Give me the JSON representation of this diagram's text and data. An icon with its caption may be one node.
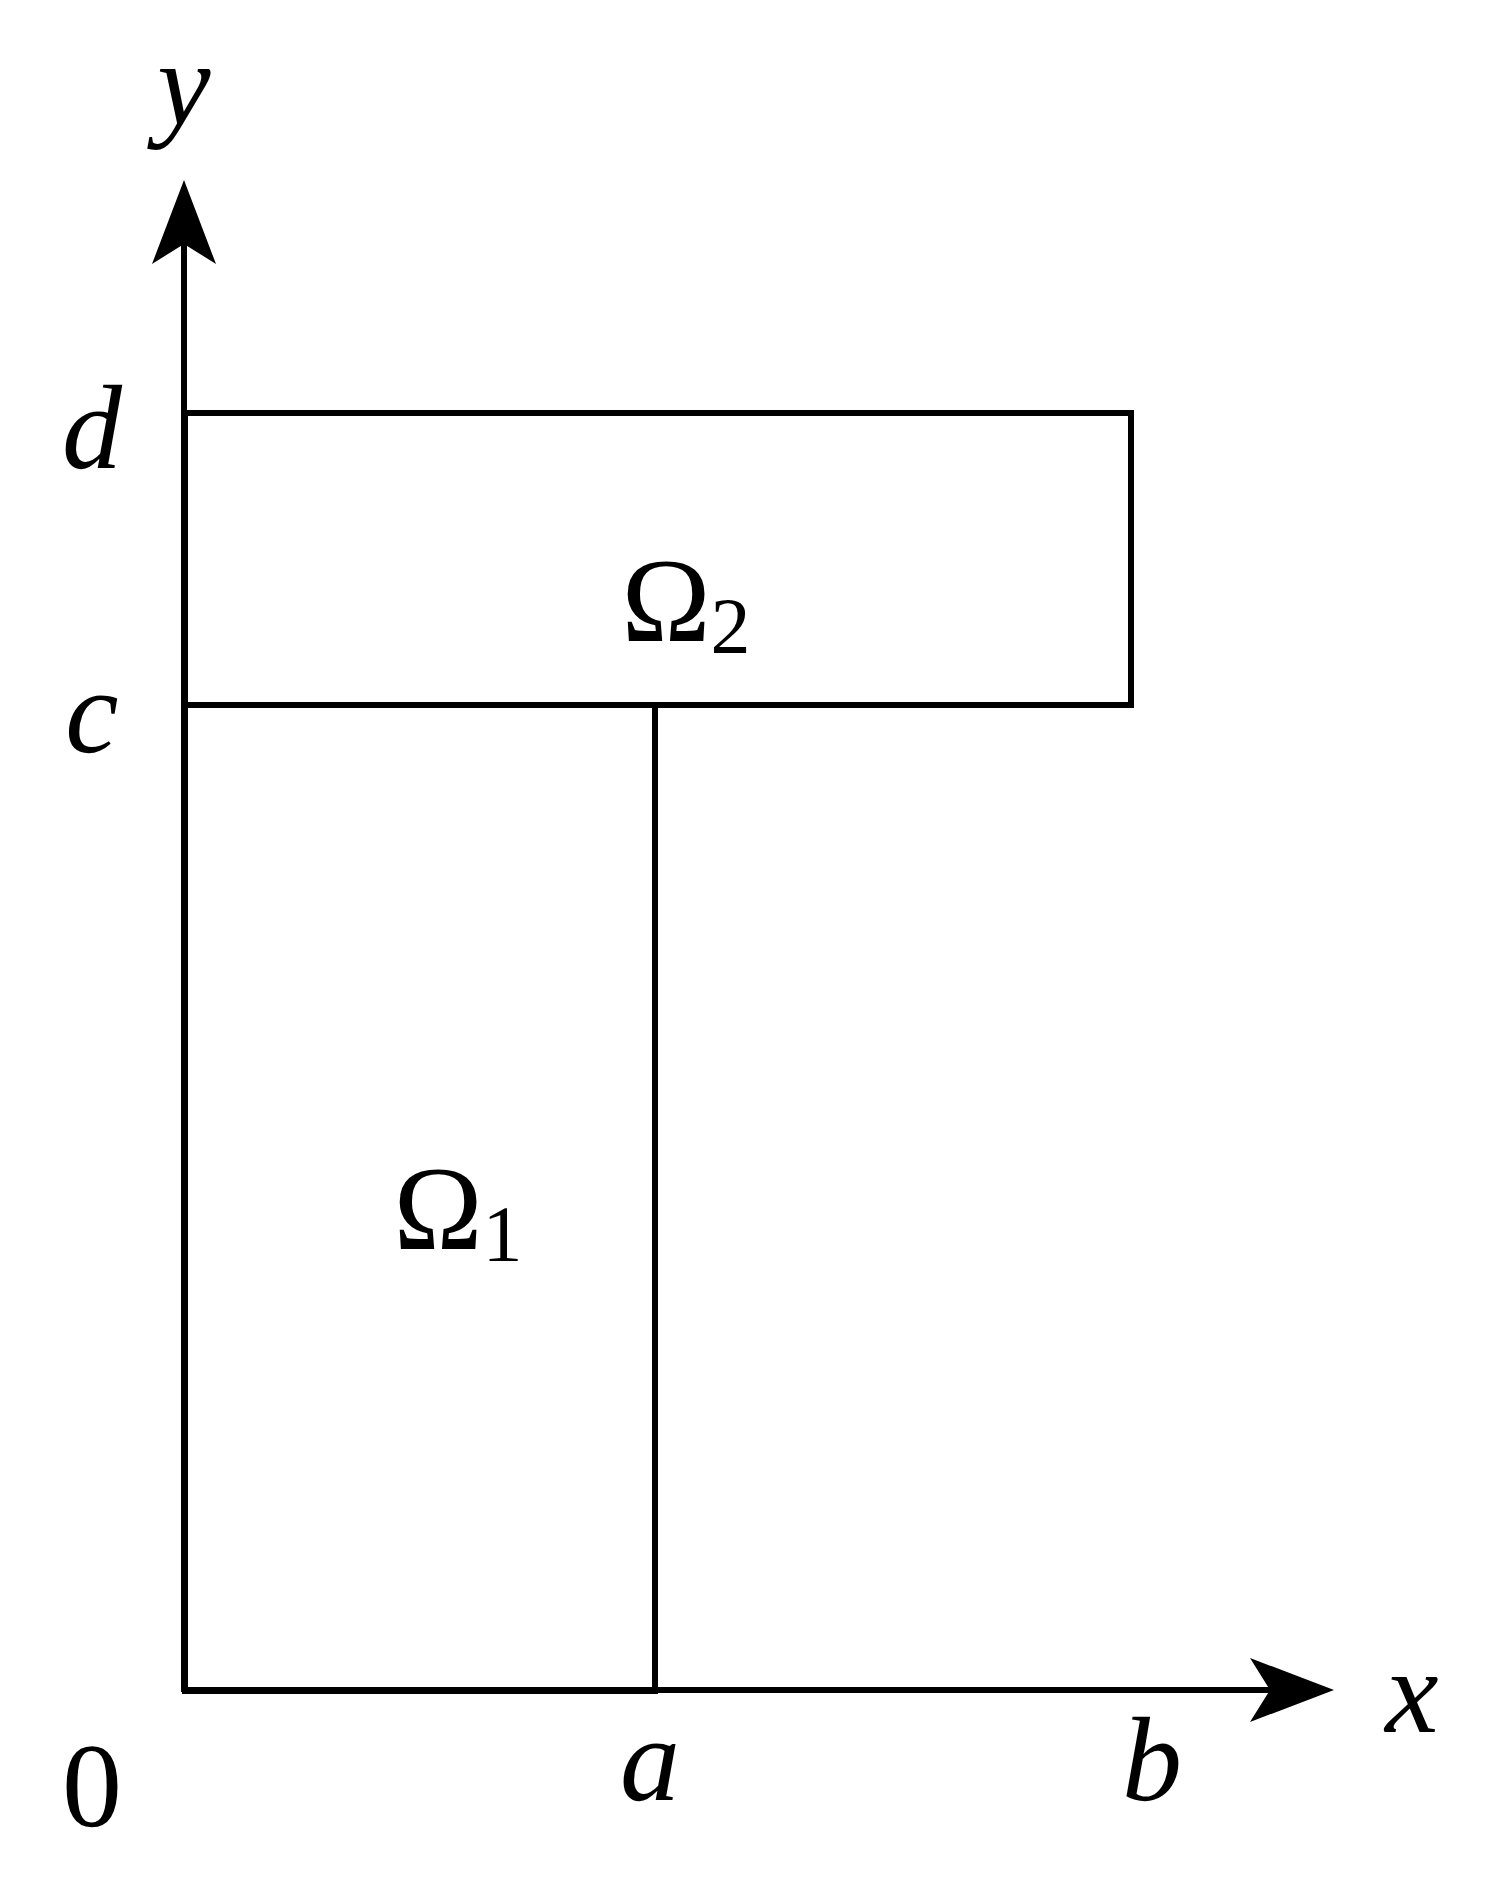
{
  "diagram": {
    "nodes": [
      {
        "text": [
          "Ω$_{1}$"
        ]
      },
      {
        "text": [
          "Ω$_{2}$"
        ]
      }
    ],
    "labels": [
      "y",
      "d",
      "c",
      "x",
      "0",
      "a",
      "b"
    ]
  }
}
